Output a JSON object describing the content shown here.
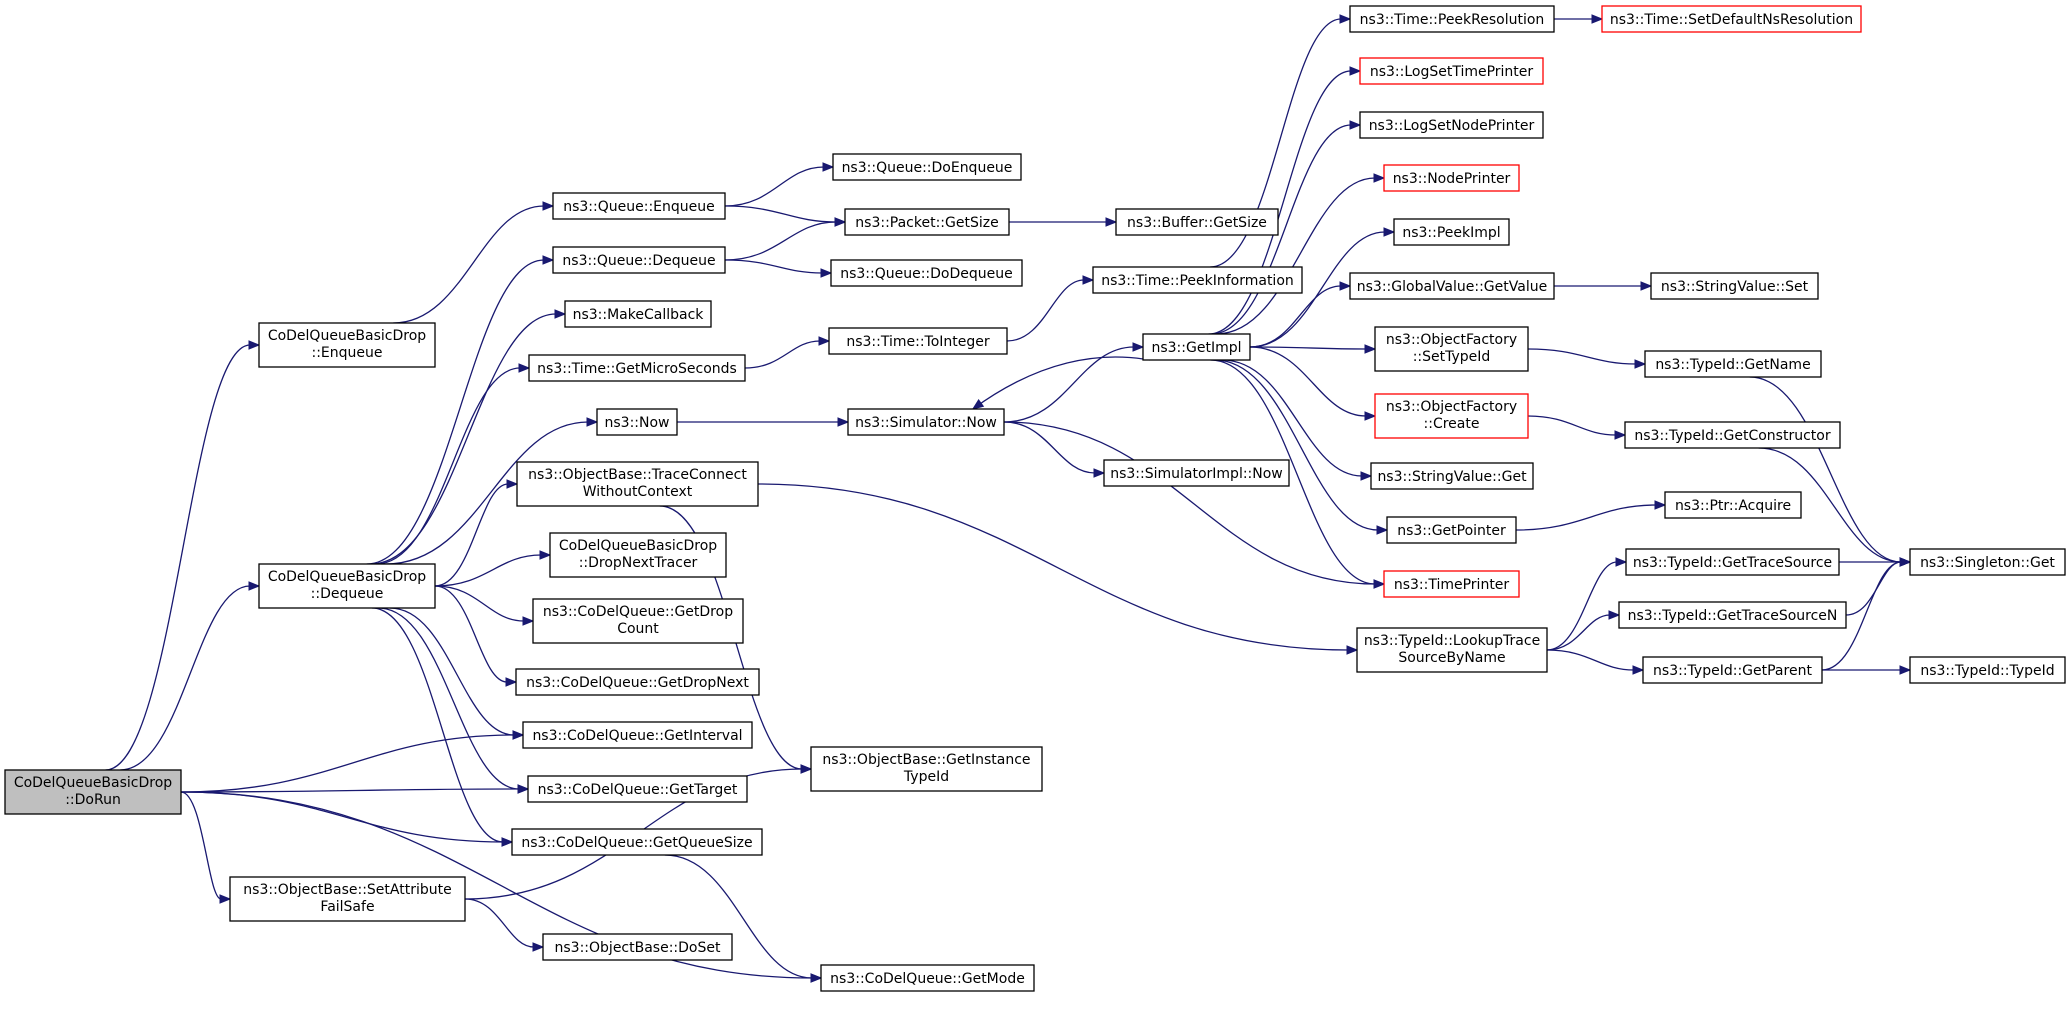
{
  "nodes": [
    {
      "id": "dorun",
      "lines": [
        "CoDelQueueBasicDrop",
        "::DoRun"
      ],
      "root": true
    },
    {
      "id": "enqueue",
      "lines": [
        "CoDelQueueBasicDrop",
        "::Enqueue"
      ]
    },
    {
      "id": "dequeue",
      "lines": [
        "CoDelQueueBasicDrop",
        "::Dequeue"
      ]
    },
    {
      "id": "setattr",
      "lines": [
        "ns3::ObjectBase::SetAttribute",
        "FailSafe"
      ]
    },
    {
      "id": "q_enqueue",
      "lines": [
        "ns3::Queue::Enqueue"
      ]
    },
    {
      "id": "q_dequeue",
      "lines": [
        "ns3::Queue::Dequeue"
      ]
    },
    {
      "id": "makecallback",
      "lines": [
        "ns3::MakeCallback"
      ]
    },
    {
      "id": "getmicro",
      "lines": [
        "ns3::Time::GetMicroSeconds"
      ]
    },
    {
      "id": "now",
      "lines": [
        "ns3::Now"
      ]
    },
    {
      "id": "traceconnect",
      "lines": [
        "ns3::ObjectBase::TraceConnect",
        "WithoutContext"
      ]
    },
    {
      "id": "dropnexttracer",
      "lines": [
        "CoDelQueueBasicDrop",
        "::DropNextTracer"
      ]
    },
    {
      "id": "getdropcount",
      "lines": [
        "ns3::CoDelQueue::GetDrop",
        "Count"
      ]
    },
    {
      "id": "getdropnext",
      "lines": [
        "ns3::CoDelQueue::GetDropNext"
      ]
    },
    {
      "id": "getinterval",
      "lines": [
        "ns3::CoDelQueue::GetInterval"
      ]
    },
    {
      "id": "gettarget",
      "lines": [
        "ns3::CoDelQueue::GetTarget"
      ]
    },
    {
      "id": "getqueuesize",
      "lines": [
        "ns3::CoDelQueue::GetQueueSize"
      ]
    },
    {
      "id": "doset",
      "lines": [
        "ns3::ObjectBase::DoSet"
      ]
    },
    {
      "id": "q_doenqueue",
      "lines": [
        "ns3::Queue::DoEnqueue"
      ]
    },
    {
      "id": "pkt_getsize",
      "lines": [
        "ns3::Packet::GetSize"
      ]
    },
    {
      "id": "q_dodequeue",
      "lines": [
        "ns3::Queue::DoDequeue"
      ]
    },
    {
      "id": "tointeger",
      "lines": [
        "ns3::Time::ToInteger"
      ]
    },
    {
      "id": "sim_now",
      "lines": [
        "ns3::Simulator::Now"
      ]
    },
    {
      "id": "getinstancetypeid",
      "lines": [
        "ns3::ObjectBase::GetInstance",
        "TypeId"
      ]
    },
    {
      "id": "getmode",
      "lines": [
        "ns3::CoDelQueue::GetMode"
      ]
    },
    {
      "id": "buf_getsize",
      "lines": [
        "ns3::Buffer::GetSize"
      ]
    },
    {
      "id": "peekinfo",
      "lines": [
        "ns3::Time::PeekInformation"
      ]
    },
    {
      "id": "getimpl",
      "lines": [
        "ns3::GetImpl"
      ]
    },
    {
      "id": "simimpl_now",
      "lines": [
        "ns3::SimulatorImpl::Now"
      ]
    },
    {
      "id": "lookuptrace",
      "lines": [
        "ns3::TypeId::LookupTrace",
        "SourceByName"
      ]
    },
    {
      "id": "peekres",
      "lines": [
        "ns3::Time::PeekResolution"
      ]
    },
    {
      "id": "setdefaultns",
      "lines": [
        "ns3::Time::SetDefaultNsResolution"
      ],
      "red": true
    },
    {
      "id": "logsettime",
      "lines": [
        "ns3::LogSetTimePrinter"
      ],
      "red": true
    },
    {
      "id": "logsetnode",
      "lines": [
        "ns3::LogSetNodePrinter"
      ]
    },
    {
      "id": "nodeprinter",
      "lines": [
        "ns3::NodePrinter"
      ],
      "red": true
    },
    {
      "id": "peekimpl",
      "lines": [
        "ns3::PeekImpl"
      ]
    },
    {
      "id": "gv_getvalue",
      "lines": [
        "ns3::GlobalValue::GetValue"
      ]
    },
    {
      "id": "sv_set",
      "lines": [
        "ns3::StringValue::Set"
      ]
    },
    {
      "id": "of_settypeid",
      "lines": [
        "ns3::ObjectFactory",
        "::SetTypeId"
      ]
    },
    {
      "id": "tid_getname",
      "lines": [
        "ns3::TypeId::GetName"
      ]
    },
    {
      "id": "of_create",
      "lines": [
        "ns3::ObjectFactory",
        "::Create"
      ],
      "red": true
    },
    {
      "id": "tid_getctor",
      "lines": [
        "ns3::TypeId::GetConstructor"
      ]
    },
    {
      "id": "sv_get",
      "lines": [
        "ns3::StringValue::Get"
      ]
    },
    {
      "id": "getpointer",
      "lines": [
        "ns3::GetPointer"
      ]
    },
    {
      "id": "ptr_acquire",
      "lines": [
        "ns3::Ptr::Acquire"
      ]
    },
    {
      "id": "timeprinter",
      "lines": [
        "ns3::TimePrinter"
      ],
      "red": true
    },
    {
      "id": "tid_gettrace",
      "lines": [
        "ns3::TypeId::GetTraceSource"
      ]
    },
    {
      "id": "tid_gettracen",
      "lines": [
        "ns3::TypeId::GetTraceSourceN"
      ]
    },
    {
      "id": "tid_getparent",
      "lines": [
        "ns3::TypeId::GetParent"
      ]
    },
    {
      "id": "singleton_get",
      "lines": [
        "ns3::Singleton::Get"
      ]
    },
    {
      "id": "tid_typeid",
      "lines": [
        "ns3::TypeId::TypeId"
      ]
    }
  ],
  "edges": [
    [
      "dorun",
      "enqueue"
    ],
    [
      "dorun",
      "dequeue"
    ],
    [
      "dorun",
      "getinterval"
    ],
    [
      "dorun",
      "gettarget"
    ],
    [
      "dorun",
      "getqueuesize"
    ],
    [
      "dorun",
      "setattr"
    ],
    [
      "dorun",
      "getmode"
    ],
    [
      "enqueue",
      "q_enqueue"
    ],
    [
      "dequeue",
      "q_dequeue"
    ],
    [
      "dequeue",
      "makecallback"
    ],
    [
      "dequeue",
      "getmicro"
    ],
    [
      "dequeue",
      "now"
    ],
    [
      "dequeue",
      "traceconnect"
    ],
    [
      "dequeue",
      "dropnexttracer"
    ],
    [
      "dequeue",
      "getdropcount"
    ],
    [
      "dequeue",
      "getdropnext"
    ],
    [
      "dequeue",
      "getinterval"
    ],
    [
      "dequeue",
      "gettarget"
    ],
    [
      "dequeue",
      "getqueuesize"
    ],
    [
      "setattr",
      "getinstancetypeid"
    ],
    [
      "setattr",
      "doset"
    ],
    [
      "q_enqueue",
      "q_doenqueue"
    ],
    [
      "q_enqueue",
      "pkt_getsize"
    ],
    [
      "q_dequeue",
      "pkt_getsize"
    ],
    [
      "q_dequeue",
      "q_dodequeue"
    ],
    [
      "pkt_getsize",
      "buf_getsize"
    ],
    [
      "getmicro",
      "tointeger"
    ],
    [
      "tointeger",
      "peekinfo"
    ],
    [
      "now",
      "sim_now"
    ],
    [
      "traceconnect",
      "getinstancetypeid"
    ],
    [
      "traceconnect",
      "lookuptrace"
    ],
    [
      "getqueuesize",
      "getmode"
    ],
    [
      "sim_now",
      "getimpl"
    ],
    [
      "sim_now",
      "simimpl_now"
    ],
    [
      "sim_now",
      "timeprinter"
    ],
    [
      "peekinfo",
      "peekres"
    ],
    [
      "peekres",
      "setdefaultns"
    ],
    [
      "getimpl",
      "logsettime"
    ],
    [
      "getimpl",
      "logsetnode"
    ],
    [
      "getimpl",
      "nodeprinter"
    ],
    [
      "getimpl",
      "peekimpl"
    ],
    [
      "getimpl",
      "gv_getvalue"
    ],
    [
      "getimpl",
      "of_settypeid"
    ],
    [
      "getimpl",
      "of_create"
    ],
    [
      "getimpl",
      "sv_get"
    ],
    [
      "getimpl",
      "getpointer"
    ],
    [
      "getimpl",
      "timeprinter"
    ],
    [
      "getimpl",
      "sim_now"
    ],
    [
      "gv_getvalue",
      "sv_set"
    ],
    [
      "of_settypeid",
      "tid_getname"
    ],
    [
      "of_create",
      "tid_getctor"
    ],
    [
      "getpointer",
      "ptr_acquire"
    ],
    [
      "tid_getname",
      "singleton_get"
    ],
    [
      "tid_getctor",
      "singleton_get"
    ],
    [
      "lookuptrace",
      "tid_gettrace"
    ],
    [
      "lookuptrace",
      "tid_gettracen"
    ],
    [
      "lookuptrace",
      "tid_getparent"
    ],
    [
      "tid_gettrace",
      "singleton_get"
    ],
    [
      "tid_gettracen",
      "singleton_get"
    ],
    [
      "tid_getparent",
      "singleton_get"
    ],
    [
      "tid_getparent",
      "tid_typeid"
    ]
  ]
}
